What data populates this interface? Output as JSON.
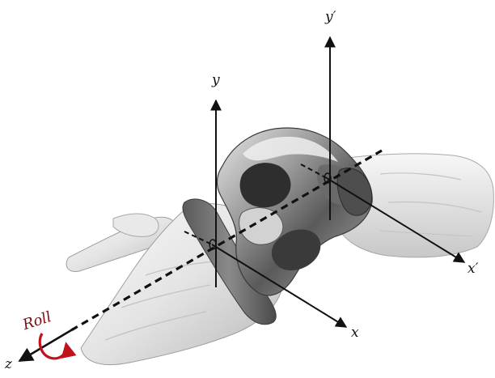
{
  "figure": {
    "description_free": true,
    "labels": {
      "y": "y",
      "y_prime": "y′",
      "x": "x",
      "x_prime": "x′",
      "z": "z",
      "roll": "Roll"
    },
    "colors": {
      "background": "#ffffff",
      "axis": "#111111",
      "roll_arrow": "#c0121b",
      "bone_light": "#f2f2f2",
      "bone_mid": "#cfcfcf",
      "bone_shadow": "#9a9a9a",
      "implant_dark": "#4a4a4a",
      "implant_metal": "#8c8c8c"
    }
  }
}
